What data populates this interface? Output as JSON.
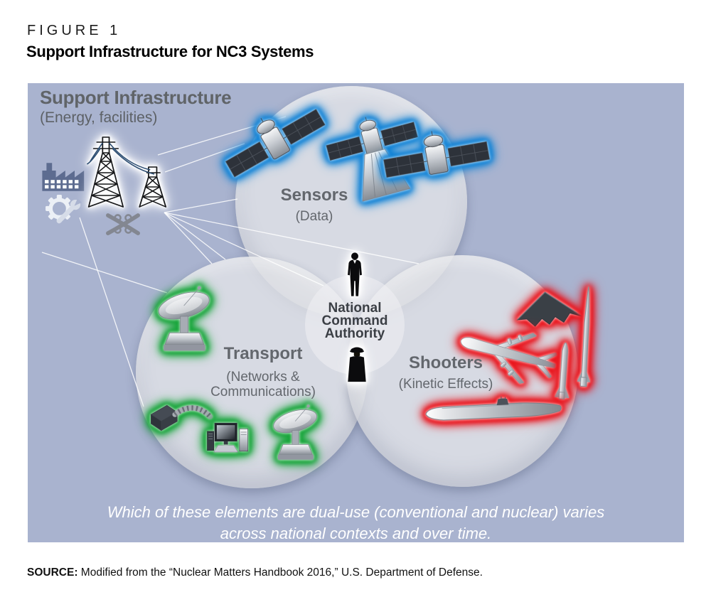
{
  "page": {
    "figure_label": "FIGURE 1",
    "figure_title": "Support Infrastructure for NC3 Systems",
    "source_label": "SOURCE:",
    "source_text": "Modified from the “Nuclear Matters Handbook 2016,” U.S. Department of Defense."
  },
  "diagram": {
    "support": {
      "title": "Support Infrastructure",
      "subtitle": "(Energy, facilities)",
      "icons": [
        "factory-icon",
        "power-pylons-icon",
        "gear-wrench-icon",
        "highway-interchange-icon"
      ]
    },
    "sensors": {
      "label": "Sensors",
      "subtitle": "(Data)",
      "icons": [
        "satellite-icon",
        "satellite-icon",
        "satellite-icon"
      ]
    },
    "transport": {
      "label": "Transport",
      "subtitle_lines": [
        "(Networks &",
        "Communications)"
      ],
      "icons": [
        "satellite-dish-icon",
        "cable-icon",
        "computer-icon",
        "satellite-dish-icon"
      ]
    },
    "shooters": {
      "label": "Shooters",
      "subtitle": "(Kinetic Effects)",
      "icons": [
        "stealth-bomber-icon",
        "bomber-icon",
        "missile-icon",
        "missile-icon",
        "submarine-icon"
      ]
    },
    "center": {
      "line1": "National",
      "line2": "Command",
      "line3": "Authority",
      "icons": [
        "leader-silhouette-icon",
        "officer-silhouette-icon"
      ]
    },
    "caption_line1": "Which of these elements are dual-use (conventional and nuclear) varies",
    "caption_line2": "across national contexts and over time.",
    "connector_lines": 9
  },
  "colors": {
    "figure_bg": "#a9b3cf",
    "sensors_glow": "#1283d6",
    "transport_glow": "#17a53a",
    "shooters_glow": "#ea141c",
    "center_glow": "#ffffff"
  }
}
